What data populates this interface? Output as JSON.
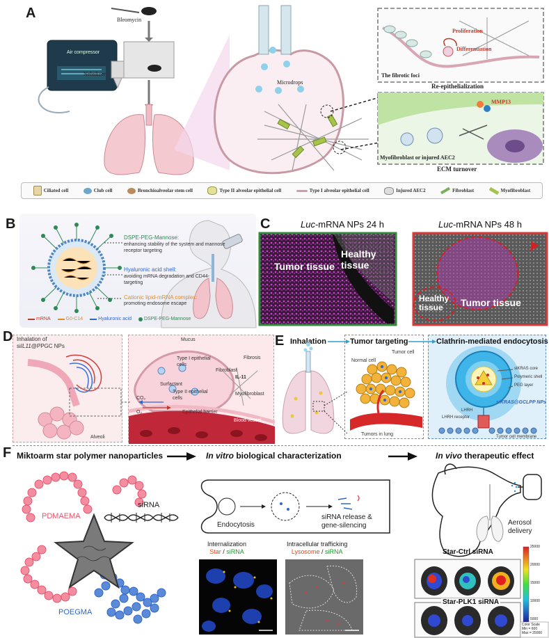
{
  "panels": {
    "A": {
      "letter": "A",
      "labels": {
        "bleomycin": "Bleomycin",
        "air_compressor": "Air compressor",
        "nebulizer": "Nebulizer",
        "microdrops": "Microdrops",
        "proliferation": "Proliferation",
        "differentiation": "Differentiation",
        "fibrotic_foci": "The fibrotic foci",
        "re_epithelialization": "Re-epithelialization",
        "mmp13": "MMP13",
        "myofibroblast_aec2": "Myofibroblast or injured AEC2",
        "ecm_turnover": "ECM turnover"
      },
      "legend": [
        "Ciliated cell",
        "Club cell",
        "Bronchioalveolar stem cell",
        "Type II alveolar epithelial cell",
        "Type I alveolar epithelial cell",
        "Injured AEC2",
        "Fibroblast",
        "Myofibroblast"
      ]
    },
    "B": {
      "letter": "B",
      "annotations": [
        {
          "title": "DSPE-PEG-Mannose:",
          "text": "enhancing stability of the system and mannose receptor targeting"
        },
        {
          "title": "Hyaluronic acid shell:",
          "text": "avoiding mRNA degradation and CD44-targeting"
        },
        {
          "title": "Cationic lipid-mRNA complex:",
          "text": "promoting endosome escape"
        }
      ],
      "legend": [
        "mRNA",
        "G0-C14",
        "Hyaluronic acid",
        "DSPE-PEG-Mannose"
      ]
    },
    "C": {
      "letter": "C",
      "left": {
        "title_italic": "Luc",
        "title_rest": "-mRNA NPs 24 h",
        "tumor": "Tumor tissue",
        "healthy": "Healthy tissue"
      },
      "right": {
        "title_italic": "Luc",
        "title_rest": "-mRNA NPs 48 h",
        "tumor": "Tumor tissue",
        "healthy": "Healthy tissue"
      }
    },
    "D": {
      "letter": "D",
      "inhalation_prefix": "Inhalation of",
      "inhalation_si": "si",
      "inhalation_gene": "IL11",
      "inhalation_suffix": "@PPGC NPs",
      "labels": {
        "mucus": "Mucus",
        "type1": "Type I epithelial cells",
        "fibrosis": "Fibrosis",
        "fibroblast": "Fibroblast",
        "il11": "IL-11",
        "surfactant": "Surfactant",
        "type2": "Type II epithelial cells",
        "myofibroblast": "Myofibroblast",
        "co2": "CO₂",
        "o2": "O₂",
        "barrier": "Epithelial barrier",
        "vessel": "Blood vessel",
        "alveoli": "Alveoli"
      }
    },
    "E": {
      "letter": "E",
      "headers": {
        "inhalation": "Inhalation",
        "targeting": "Tumor targeting",
        "endocytosis": "Clathrin-mediated endocytosis"
      },
      "labels": {
        "tumor_cell": "Tumor cell",
        "normal_cell": "Normal cell",
        "tumors_in_lung": "Tumors in lung",
        "core": "siKRAS core",
        "shell": "Polymeric shell",
        "peg": "PEG layer",
        "np": "siKRAS@GCLPP NPs",
        "lhrh": "LHRH",
        "lhrh_receptor": "LHRH receptor",
        "membrane": "Tumor cell membrane"
      }
    },
    "F": {
      "letter": "F",
      "headers": {
        "left": "Miktoarm star polymer nanoparticles",
        "mid_italic": "In vitro",
        "mid_rest": " biological characterization",
        "right_italic": "In vivo",
        "right_rest": " therapeutic effect"
      },
      "labels": {
        "pdmaema": "PDMAEMA",
        "sirna": "siRNA",
        "poegma": "POEGMA",
        "endocytosis": "Endocytosis",
        "release": "siRNA release &",
        "silencing": "gene-silencing",
        "internalization": "Internalization",
        "star": "Star",
        "slash": " / ",
        "sirna2": "siRNA",
        "trafficking": "Intracellular trafficking",
        "lysosome": "Lysosome",
        "sirna3": "siRNA",
        "aerosol1": "Aerosol",
        "aerosol2": "delivery",
        "ctrl": "Star-Ctrl siRNA",
        "plk1": "Star-PLK1 siRNA",
        "colorscale1": "Color Scale",
        "colorscale2": "Min = 600",
        "colorscale3": "Max = 25000"
      },
      "colorbar_ticks": [
        "25000",
        "20000",
        "15000",
        "10000",
        "5000"
      ],
      "colors": {
        "pdmaema": "#e8546e",
        "poegma": "#2f67c8",
        "star": "#7a7a7a"
      }
    }
  }
}
